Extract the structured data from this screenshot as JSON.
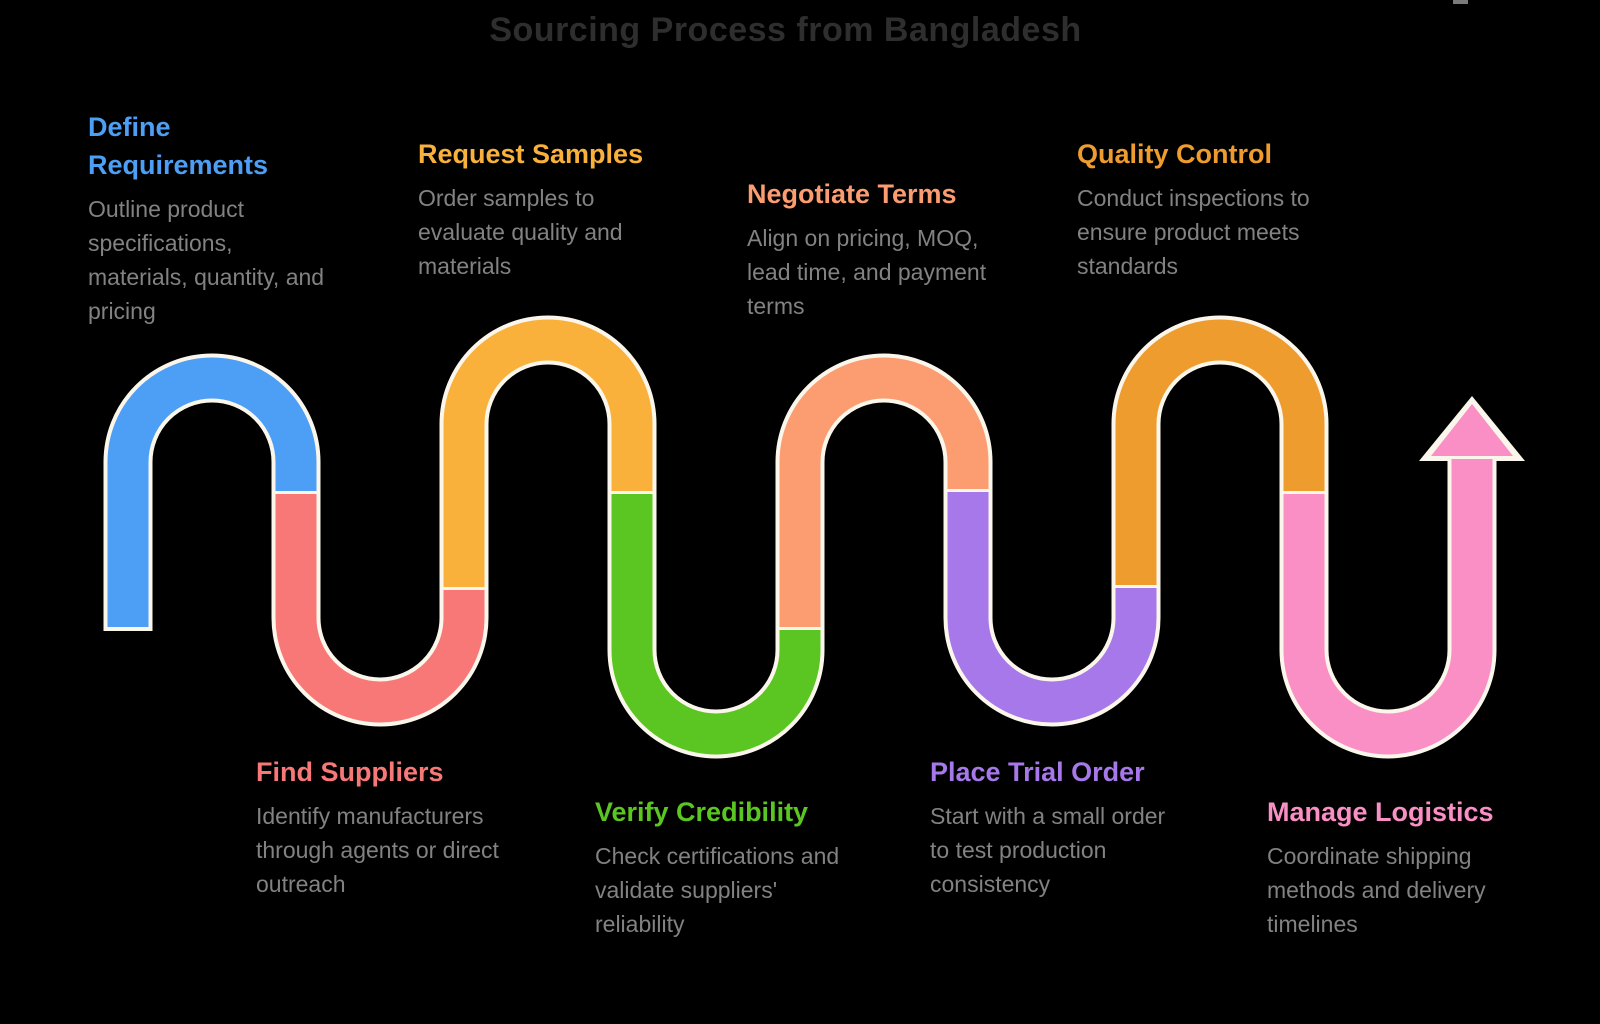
{
  "title": "Sourcing Process from Bangladesh",
  "colors": {
    "background": "#000000",
    "title": "#2e2e2e",
    "body_text": "#828282",
    "path_outline": "#fbf6eb"
  },
  "steps": [
    {
      "name": "define-requirements",
      "label": "Define Requirements",
      "color": "#4d9ef5",
      "description_lines": [
        "Outline product",
        "specifications,",
        "materials, quantity, and",
        "pricing"
      ]
    },
    {
      "name": "find-suppliers",
      "label": "Find Suppliers",
      "color": "#f87878",
      "description_lines": [
        "Identify manufacturers",
        "through agents or direct",
        "outreach"
      ]
    },
    {
      "name": "request-samples",
      "label": "Request Samples",
      "color": "#f9b13b",
      "description_lines": [
        "Order samples to",
        "evaluate quality and",
        "materials"
      ]
    },
    {
      "name": "verify-credibility",
      "label": "Verify Credibility",
      "color": "#5bc522",
      "description_lines": [
        "Check certifications and",
        "validate suppliers'",
        "reliability"
      ]
    },
    {
      "name": "negotiate-terms",
      "label": "Negotiate Terms",
      "color": "#fb9d70",
      "description_lines": [
        "Align on pricing, MOQ,",
        "lead time, and payment",
        "terms"
      ]
    },
    {
      "name": "place-trial-order",
      "label": "Place Trial Order",
      "color": "#a678ea",
      "description_lines": [
        "Start with a small order",
        "to test production",
        "consistency"
      ]
    },
    {
      "name": "quality-control",
      "label": "Quality Control",
      "color": "#ee9c2e",
      "description_lines": [
        "Conduct inspections to",
        "ensure product meets",
        "standards"
      ]
    },
    {
      "name": "manage-logistics",
      "label": "Manage Logistics",
      "color": "#f98fc5",
      "description_lines": [
        "Coordinate shipping",
        "methods and delivery",
        "timelines"
      ]
    }
  ]
}
